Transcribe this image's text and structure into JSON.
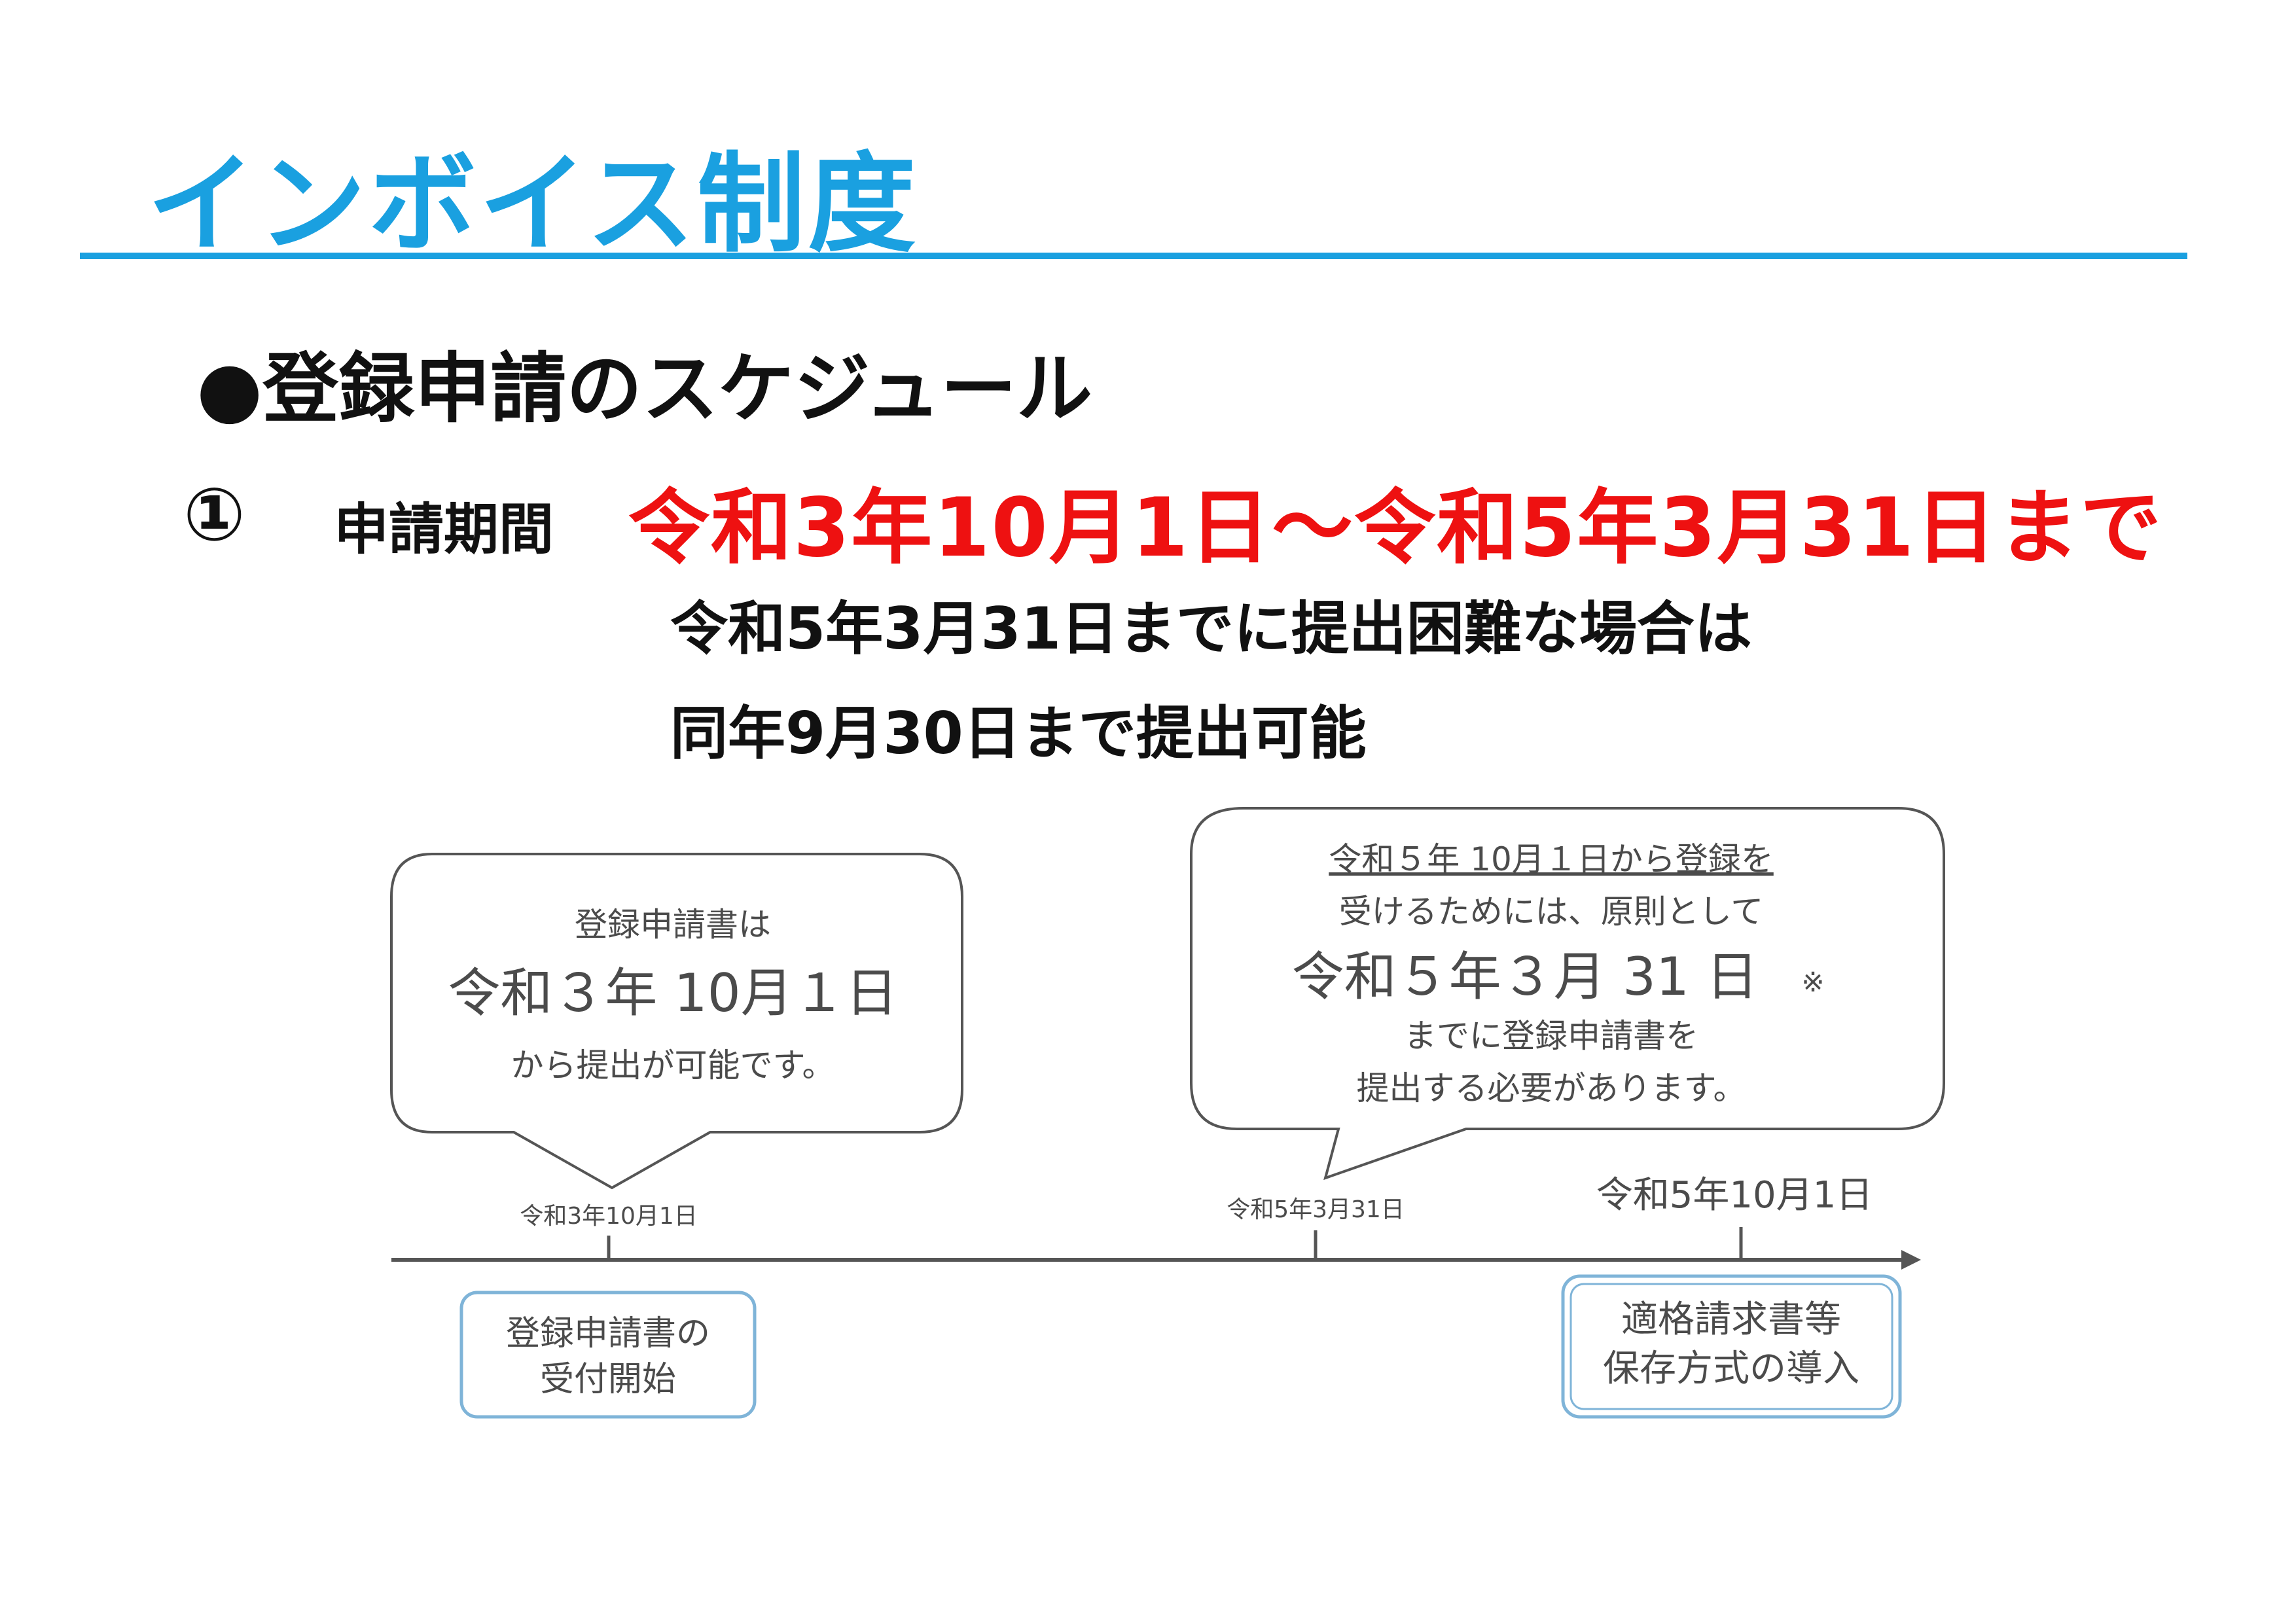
{
  "title": "インボイス制度",
  "heading": "●登録申請のスケジュール",
  "item": {
    "number": "①",
    "label": "申請期間",
    "period": "令和3年10月1日～令和5年3月31日まで",
    "note_line1": "令和5年3月31日までに提出困難な場合は",
    "note_line2": "同年9月30日まで提出可能"
  },
  "colors": {
    "title_accent": "#1aa0e0",
    "period_red": "#ee1111",
    "diagram_blue": "#7fb4d8"
  },
  "diagram": {
    "bubble_left": {
      "line1": "登録申請書は",
      "line2": "令和３年 10月１日",
      "line3": "から提出が可能です。"
    },
    "bubble_right": {
      "line1": "令和５年 10月１日から登録を",
      "line2": "受けるためには、原則として",
      "line3": "令和５年３月 31 日",
      "mark": "※",
      "line4": "までに登録申請書を",
      "line5": "提出する必要があります。"
    },
    "date_1": "令和3年10月1日",
    "date_2": "令和5年3月31日",
    "date_3": "令和5年10月1日",
    "box_left": {
      "line1": "登録申請書の",
      "line2": "受付開始"
    },
    "box_right": {
      "line1": "適格請求書等",
      "line2": "保存方式の導入"
    }
  }
}
